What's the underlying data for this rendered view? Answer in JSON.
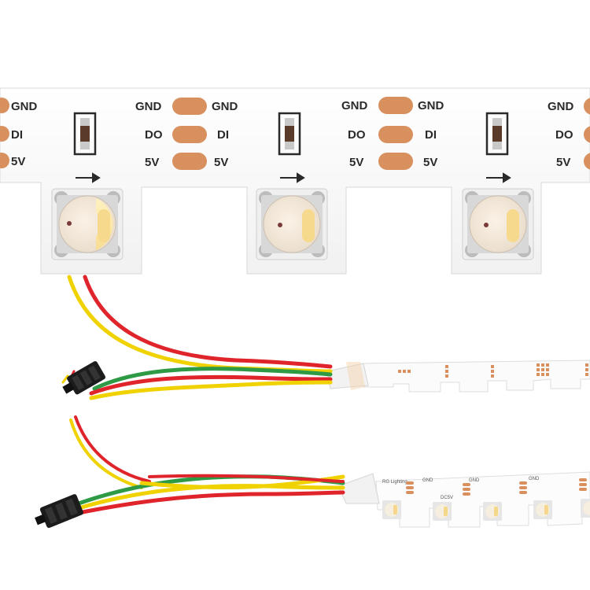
{
  "pad_labels": {
    "gnd": "GND",
    "data_out": "DO",
    "data_in": "DI",
    "vcc": "5V"
  },
  "small_strip": {
    "print_brand": "RG Lighting",
    "print_dc": "DC5V"
  },
  "colors": {
    "pcb": "#ffffff",
    "copper": "#d9905f",
    "wire_red": "#e0242c",
    "wire_green": "#2f9a45",
    "wire_yellow": "#f0d200",
    "connector": "#1c1c1c"
  },
  "icons": [
    "led-chip-icon",
    "arrow-right-icon",
    "resistor-icon",
    "jst-connector-icon"
  ]
}
